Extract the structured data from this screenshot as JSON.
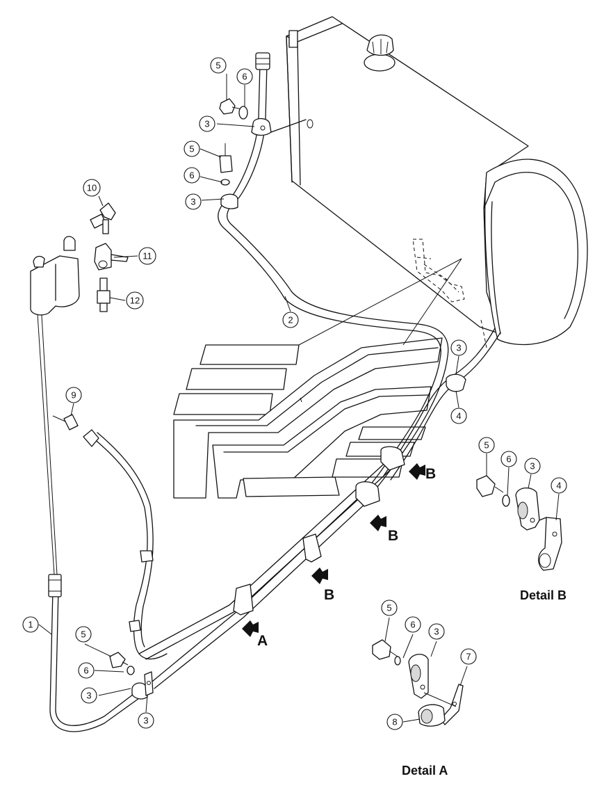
{
  "diagram": {
    "callouts": {
      "c1": "1",
      "c2": "2",
      "c3a": "3",
      "c3b": "3",
      "c3c": "3",
      "c3d": "3",
      "c3e": "3",
      "c3f": "3",
      "c3g": "3",
      "c4a": "4",
      "c4b": "4",
      "c5a": "5",
      "c5b": "5",
      "c5c": "5",
      "c5d": "5",
      "c5e": "5",
      "c6a": "6",
      "c6b": "6",
      "c6c": "6",
      "c6d": "6",
      "c6e": "6",
      "c7": "7",
      "c8": "8",
      "c9": "9",
      "c10": "10",
      "c11": "11",
      "c12": "12"
    },
    "view_arrows": {
      "b1": "B",
      "b2": "B",
      "b3": "B",
      "a1": "A"
    },
    "detail_labels": {
      "detail_b": "Detail B",
      "detail_a": "Detail A"
    }
  }
}
